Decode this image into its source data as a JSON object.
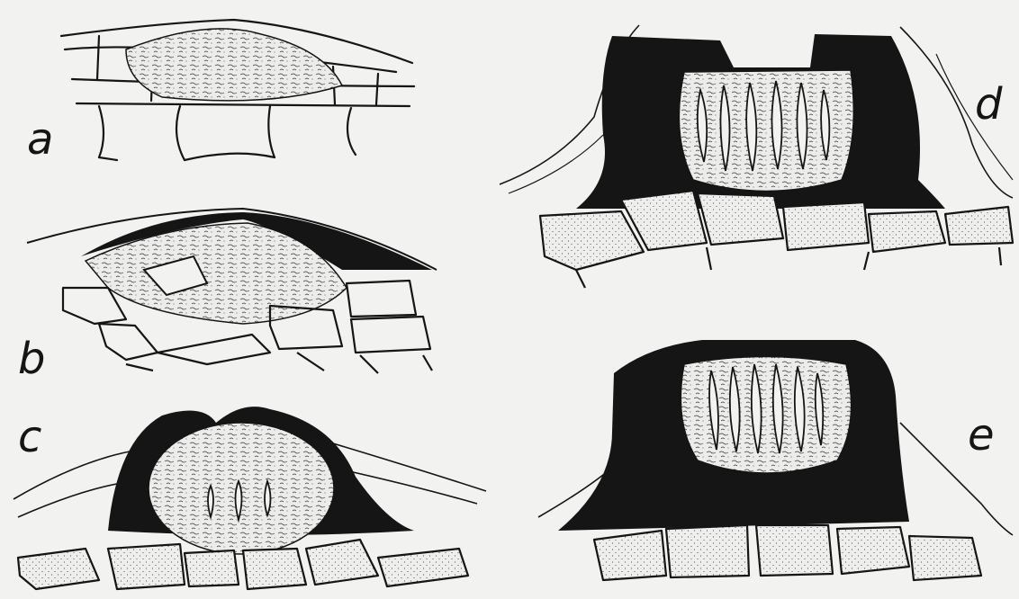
{
  "figure": {
    "panels": [
      {
        "id": "a",
        "label": "a"
      },
      {
        "id": "b",
        "label": "b"
      },
      {
        "id": "c",
        "label": "c"
      },
      {
        "id": "d",
        "label": "d"
      },
      {
        "id": "e",
        "label": "e"
      }
    ],
    "colors": {
      "paper": "#f2f2f0",
      "ink": "#151515",
      "stroma": "#e7e7e4"
    }
  }
}
